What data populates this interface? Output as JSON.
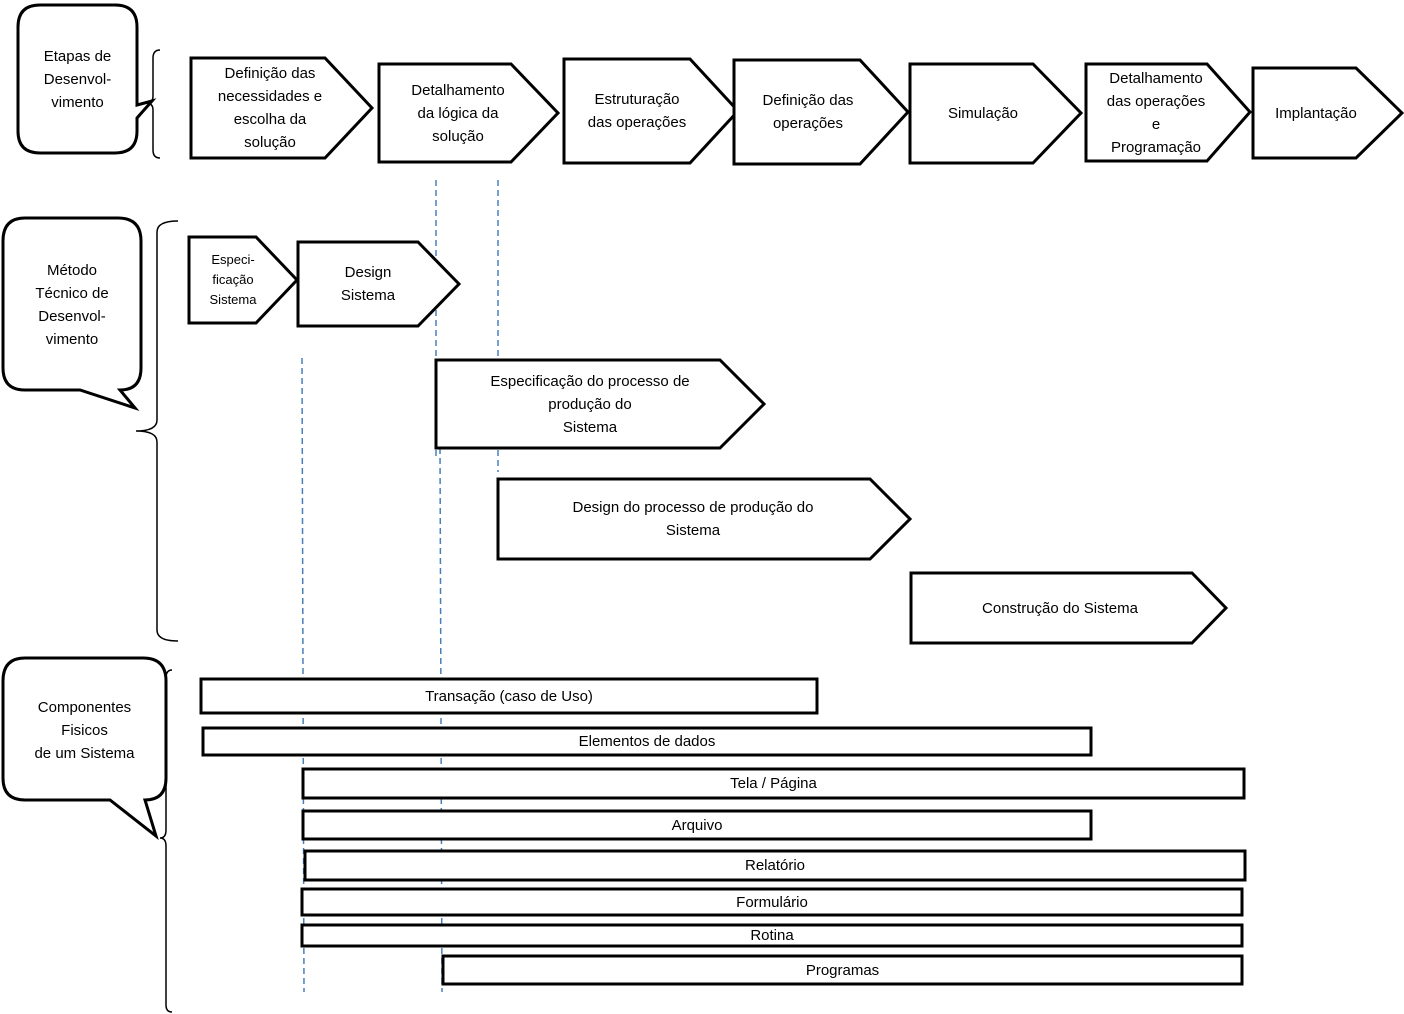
{
  "bubbles": {
    "stages": "Etapas de\nDesenvol-\nvimento",
    "method": "Método\nTécnico de\nDesenvol-\nvimento",
    "components": "Componentes\nFisicos\nde um Sistema"
  },
  "stages": [
    "Definição das\nnecessidades e\nescolha da\nsolução",
    "Detalhamento\nda lógica da\nsolução",
    "Estruturação\ndas operações",
    "Definição das\noperações",
    "Simulação",
    "Detalhamento\ndas operações\ne\nProgramação",
    "Implantação"
  ],
  "method": [
    "Especi-\nficação\nSistema",
    "Design\nSistema",
    "Especificação do processo de\nprodução do\nSistema",
    "Design do processo de produção do\nSistema",
    "Construção do Sistema"
  ],
  "components": [
    "Transação  (caso de Uso)",
    "Elementos de dados",
    "Tela / Página",
    "Arquivo",
    "Relatório",
    "Formulário",
    "Rotina",
    "Programas"
  ],
  "colors": {
    "stroke": "#000000",
    "guide": "#4a7ebb"
  }
}
